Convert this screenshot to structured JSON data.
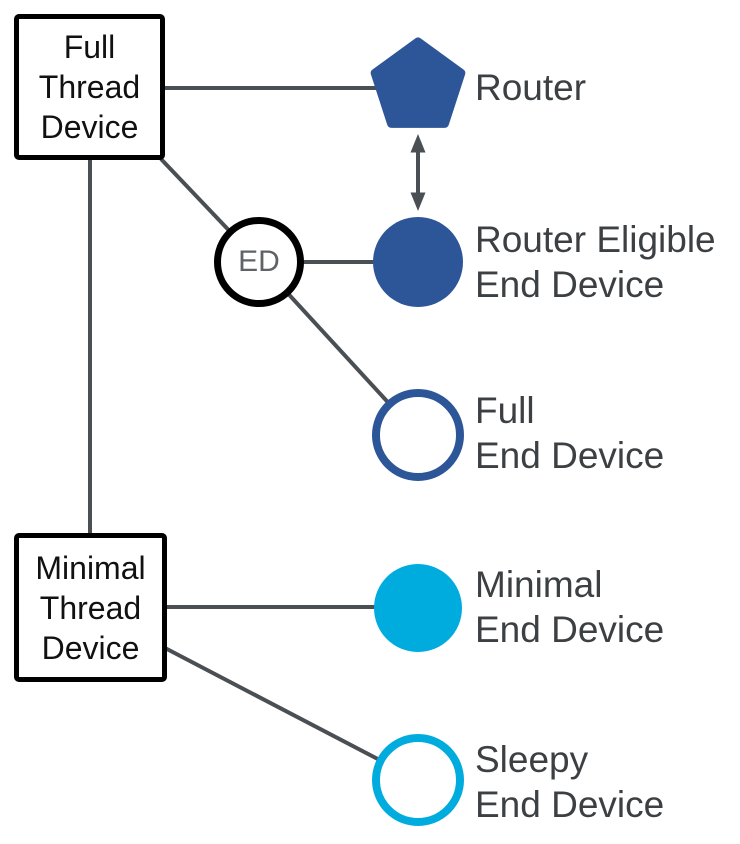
{
  "nodes": {
    "full_thread_device": {
      "label": "Full\nThread\nDevice"
    },
    "minimal_thread_device": {
      "label": "Minimal\nThread\nDevice"
    },
    "ed_badge": {
      "label": "ED"
    },
    "router": {
      "label": "Router"
    },
    "router_eligible_end_device": {
      "label": "Router Eligible\nEnd Device"
    },
    "full_end_device": {
      "label": "Full\nEnd Device"
    },
    "minimal_end_device": {
      "label": "Minimal\nEnd Device"
    },
    "sleepy_end_device": {
      "label": "Sleepy\nEnd Device"
    }
  },
  "colors": {
    "full_thread_accent": "#2d5699",
    "minimal_thread_accent": "#00acde",
    "connector_line": "#4a4f54",
    "label_text": "#3c4043",
    "ed_badge_text": "#5f6368",
    "box_border": "#000000"
  }
}
